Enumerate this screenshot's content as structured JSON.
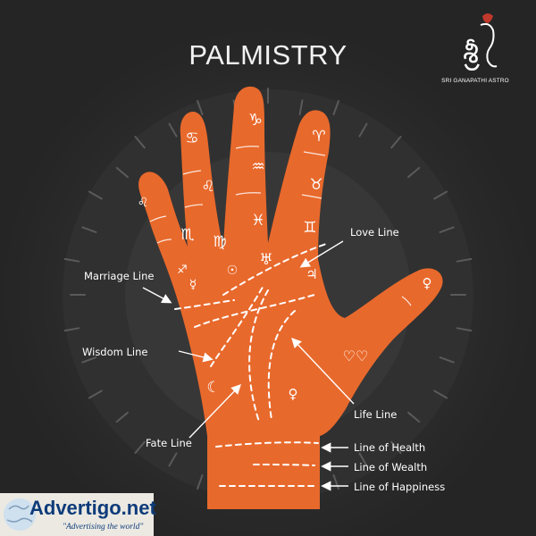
{
  "title": "PALMISTRY",
  "brand": {
    "name": "SRI GANAPATHI ASTRO",
    "logo_script": "శ్రీ"
  },
  "labels": {
    "love_line": "Love Line",
    "marriage_line": "Marriage Line",
    "wisdom_line": "Wisdom Line",
    "life_line": "Life Line",
    "fate_line": "Fate Line",
    "line_of_health": "Line of Health",
    "line_of_wealth": "Line of Wealth",
    "line_of_happiness": "Line of Happiness"
  },
  "glyphs": {
    "capricorn": "♑",
    "cancer": "♋",
    "aries": "♈",
    "aquarius": "♒",
    "leo": "♌",
    "taurus": "♉",
    "virgo": "♍",
    "gemini": "♊",
    "pisces": "♓",
    "scorpio": "♏",
    "sagittarius": "♐",
    "mercury": "☿",
    "sun": "☉",
    "uranus": "♅",
    "jupiter": "♃",
    "venus_thumb": "♀",
    "venus_palm": "♀",
    "moon": "☾",
    "hearts": "♡♡"
  },
  "watermark": {
    "name": "Advertigo.net",
    "tagline": "\"Advertising the world\""
  },
  "colors": {
    "background": "#262626",
    "palm": "#e8692c",
    "text": "#ffffff"
  }
}
